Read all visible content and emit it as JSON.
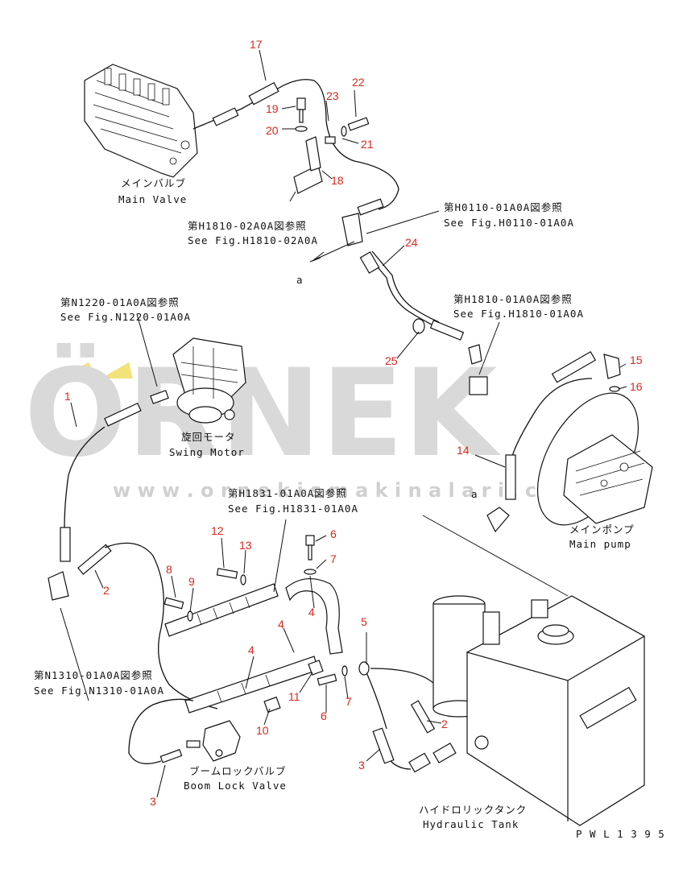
{
  "watermark": {
    "brand": "ÖRNEK",
    "url": "w w w . o r n e k i s m a k i n a l a r i . c o m . t r",
    "color": "#d9d9d9",
    "accent": "#f2e27a"
  },
  "callout_color": "#d9261c",
  "callouts": [
    "17",
    "19",
    "20",
    "23",
    "22",
    "21",
    "18",
    "24",
    "25",
    "15",
    "16",
    "14",
    "1",
    "2",
    "12",
    "13",
    "6",
    "7",
    "8",
    "9",
    "4",
    "4",
    "4",
    "5",
    "11",
    "6",
    "7",
    "10",
    "2",
    "3",
    "3"
  ],
  "labels": {
    "main_valve_jp": "メインバルブ",
    "main_valve_en": "Main Valve",
    "ref_h1810_02_jp": "第H1810-02A0A図参照",
    "ref_h1810_02_en": "See Fig.H1810-02A0A",
    "ref_h0110_jp": "第H0110-01A0A図参照",
    "ref_h0110_en": "See Fig.H0110-01A0A",
    "arrow_a_1": "a",
    "ref_n1220_jp": "第N1220-01A0A図参照",
    "ref_n1220_en": "See Fig.N1220-01A0A",
    "ref_h1810_01_jp": "第H1810-01A0A図参照",
    "ref_h1810_01_en": "See Fig.H1810-01A0A",
    "swing_motor_jp": "旋回モータ",
    "swing_motor_en": "Swing Motor",
    "ref_h1831_jp": "第H1831-01A0A図参照",
    "ref_h1831_en": "See Fig.H1831-01A0A",
    "arrow_a_2": "a",
    "main_pump_jp": "メインポンプ",
    "main_pump_en": "Main pump",
    "ref_n1310_jp": "第N1310-01A0A図参照",
    "ref_n1310_en": "See Fig.N1310-01A0A",
    "boom_lock_jp": "ブームロックバルブ",
    "boom_lock_en": "Boom Lock Valve",
    "hyd_tank_jp": "ハイドロリックタンク",
    "hyd_tank_en": "Hydraulic Tank",
    "drawing_no": "P W L 1 3 9 5"
  }
}
